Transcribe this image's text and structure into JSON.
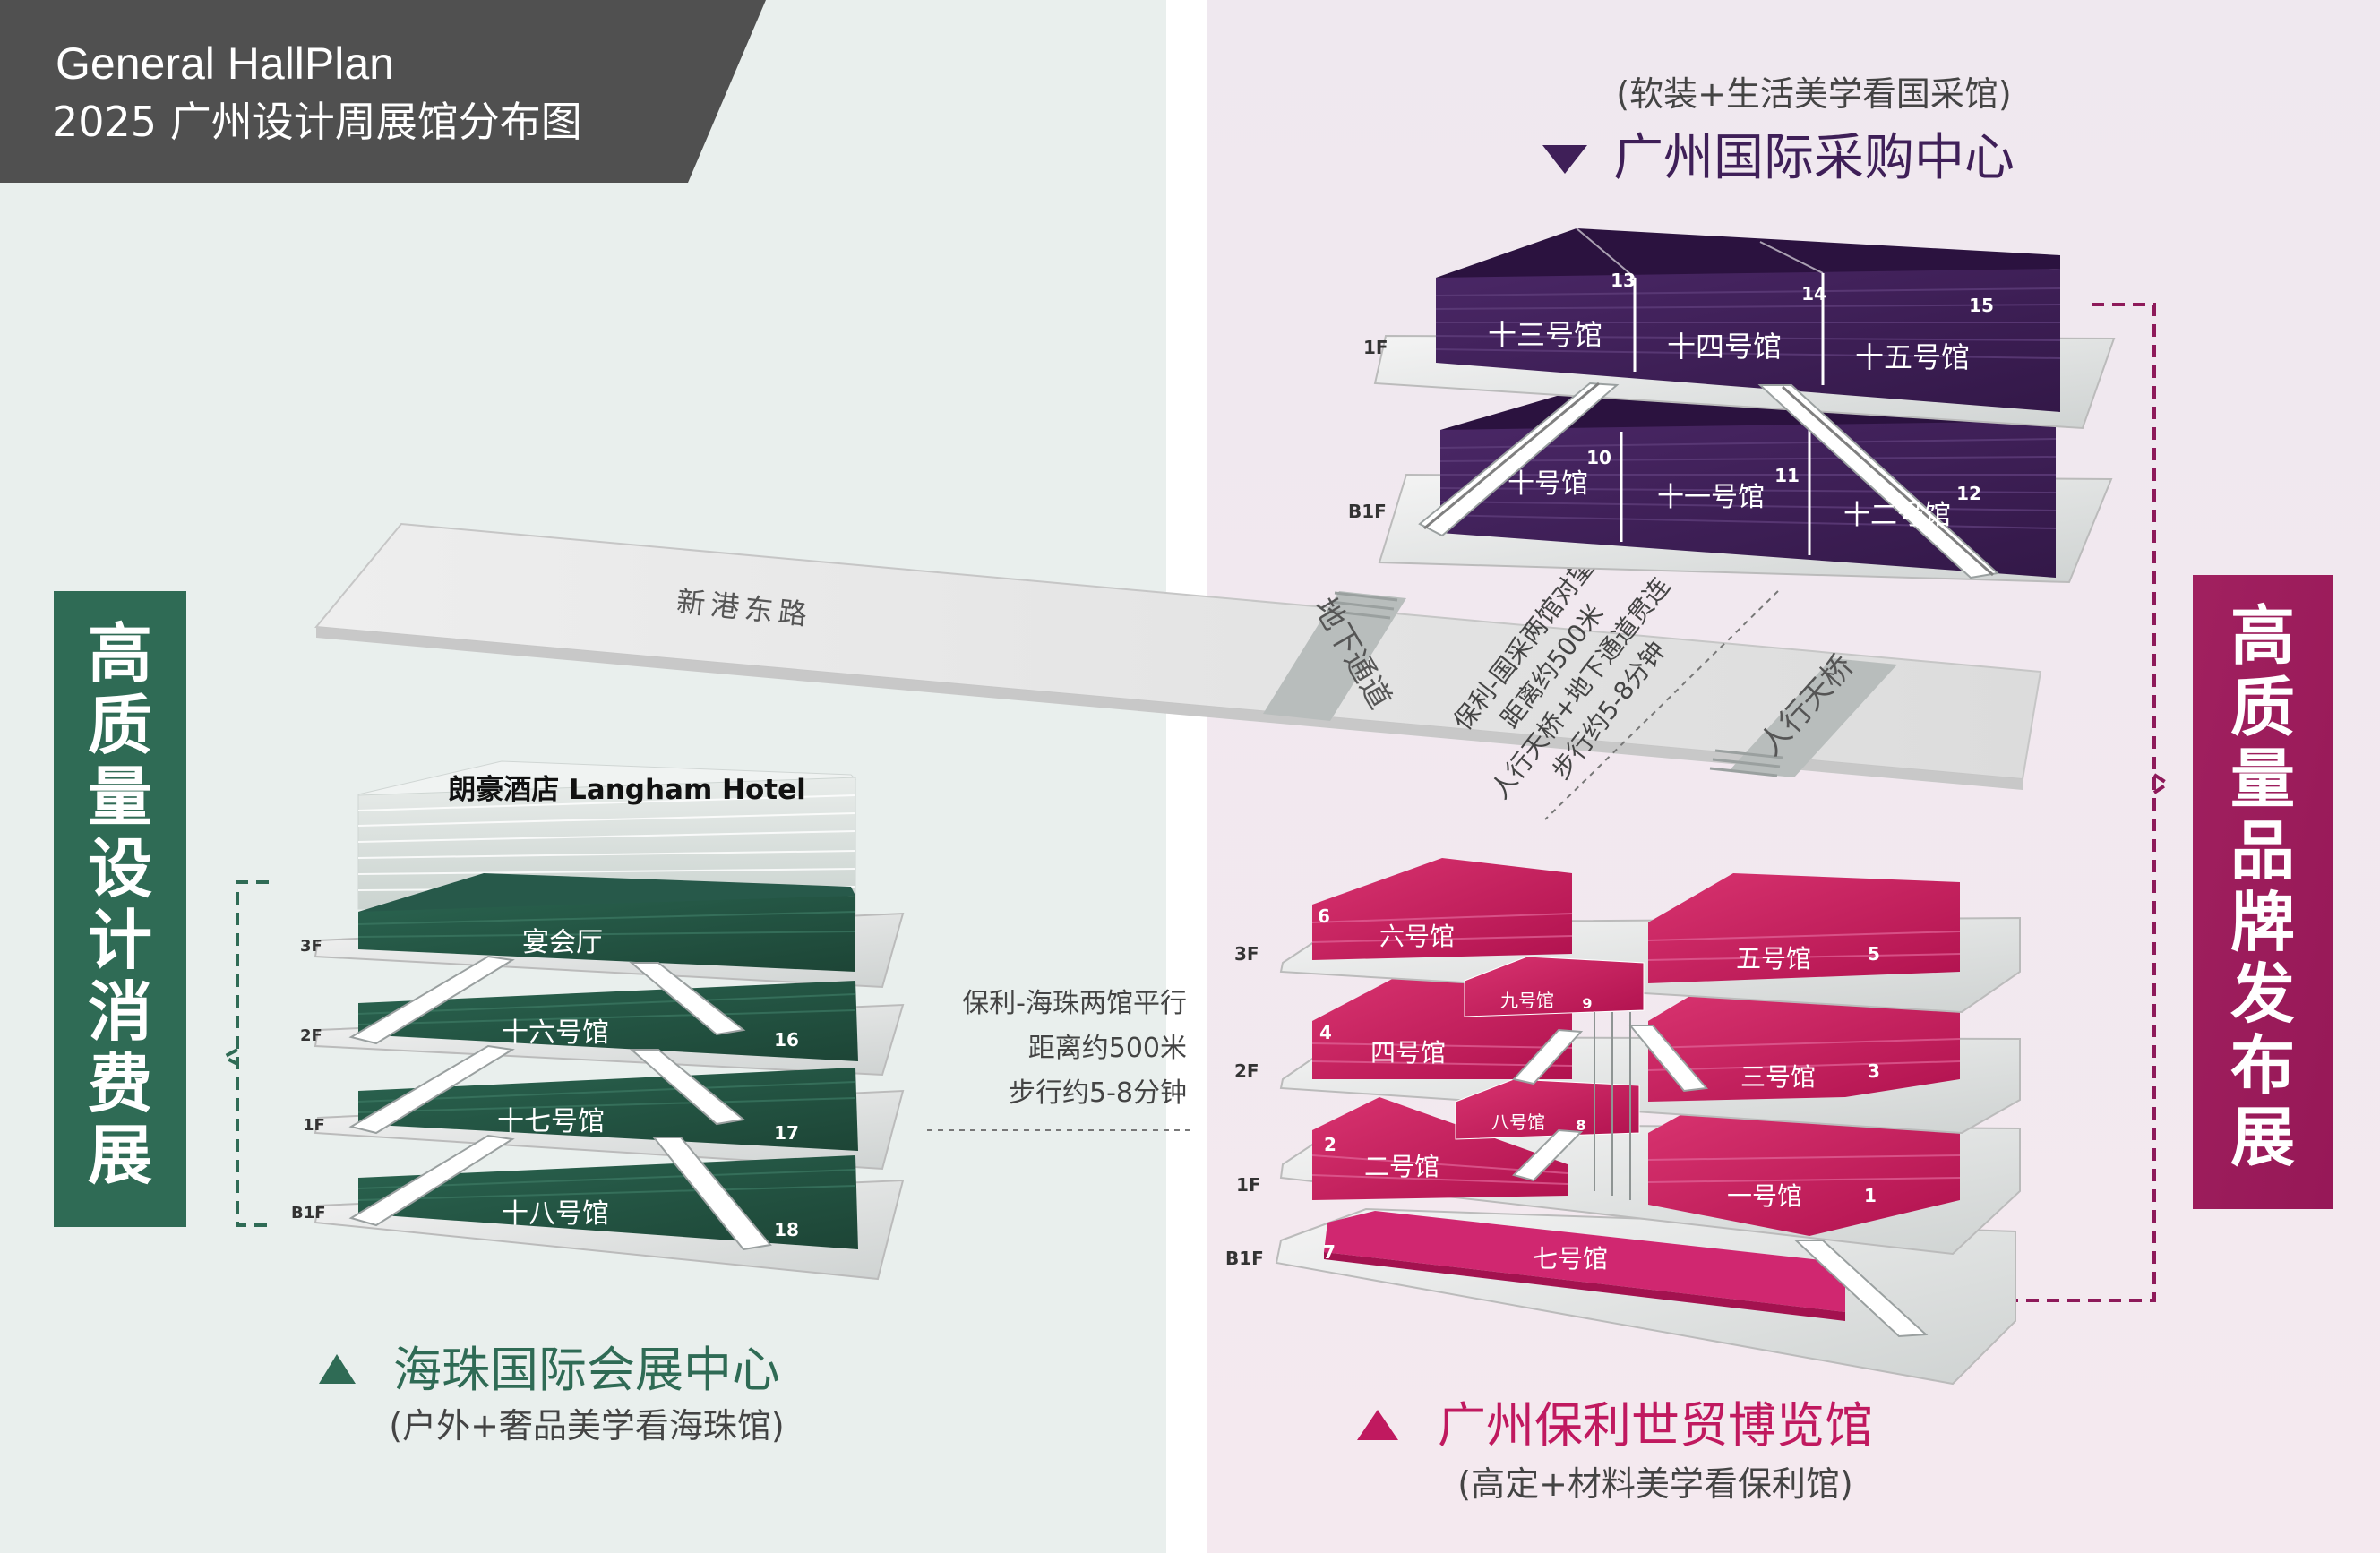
{
  "header": {
    "title_en": "General HallPlan",
    "title_cn": "2025 广州设计周展馆分布图"
  },
  "colors": {
    "left_bg": "#e9efed",
    "right_bg": "#f2e9f0",
    "green": "#2f6b55",
    "green_dark": "#1f4a3b",
    "purple": "#3f1f58",
    "purple_light": "#5a3577",
    "magenta": "#c0195f",
    "magenta_light": "#d63d7c",
    "header_bg": "#505050"
  },
  "side_banners": {
    "left": "高质量设计消费展",
    "right": "高质量品牌发布展"
  },
  "venues": {
    "purchasing": {
      "name": "广州国际采购中心",
      "subtitle": "(软装+生活美学看国采馆)",
      "floors": {
        "f1": "1F",
        "b1": "B1F"
      },
      "halls": [
        {
          "label": "十三号馆",
          "num": "13"
        },
        {
          "label": "十四号馆",
          "num": "14"
        },
        {
          "label": "十五号馆",
          "num": "15"
        },
        {
          "label": "十号馆",
          "num": "10"
        },
        {
          "label": "十一号馆",
          "num": "11"
        },
        {
          "label": "十二号馆",
          "num": "12"
        }
      ]
    },
    "haizhu": {
      "name": "海珠国际会展中心",
      "subtitle": "(户外+奢品美学看海珠馆)",
      "hotel": "朗豪酒店 Langham Hotel",
      "banquet": "宴会厅",
      "floors": {
        "f3": "3F",
        "f2": "2F",
        "f1": "1F",
        "b1": "B1F"
      },
      "halls": [
        {
          "label": "十六号馆",
          "num": "16"
        },
        {
          "label": "十七号馆",
          "num": "17"
        },
        {
          "label": "十八号馆",
          "num": "18"
        }
      ]
    },
    "poly": {
      "name": "广州保利世贸博览馆",
      "subtitle": "(高定+材料美学看保利馆)",
      "floors": {
        "f3": "3F",
        "f2": "2F",
        "f1": "1F",
        "b1": "B1F"
      },
      "halls": [
        {
          "label": "六号馆",
          "num": "6"
        },
        {
          "label": "五号馆",
          "num": "5"
        },
        {
          "label": "九号馆",
          "num": "9"
        },
        {
          "label": "四号馆",
          "num": "4"
        },
        {
          "label": "三号馆",
          "num": "3"
        },
        {
          "label": "八号馆",
          "num": "8"
        },
        {
          "label": "二号馆",
          "num": "2"
        },
        {
          "label": "一号馆",
          "num": "1"
        },
        {
          "label": "七号馆",
          "num": "7"
        }
      ]
    }
  },
  "road": {
    "name": "新港东路",
    "underpass": "地下通道",
    "skybridge": "人行天桥"
  },
  "notes": {
    "poly_purchasing": [
      "保利-国采两馆对望",
      "距离约500米",
      "人行天桥+地下通道贯连",
      "步行约5-8分钟"
    ],
    "poly_haizhu": [
      "保利-海珠两馆平行",
      "距离约500米",
      "步行约5-8分钟"
    ]
  }
}
